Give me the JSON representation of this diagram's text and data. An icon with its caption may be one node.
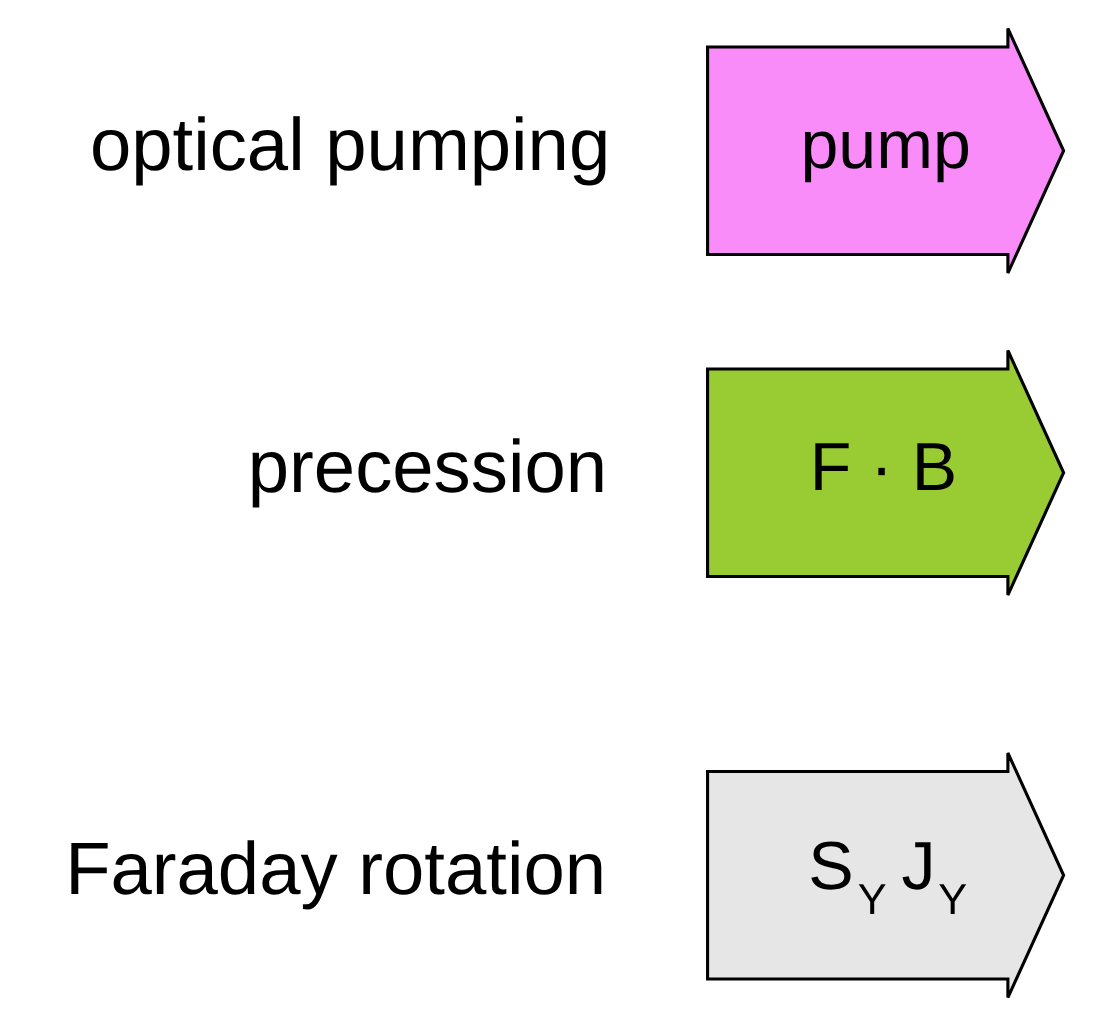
{
  "diagram": {
    "nodes": [
      {
        "text": [
          "pump"
        ],
        "beside": [
          "optical pumping"
        ]
      },
      {
        "text": [
          "F · B"
        ],
        "beside": [
          "precession"
        ]
      },
      {
        "text": [
          "S$_{Y}$ J$_{Y}$"
        ],
        "beside": [
          "Faraday rotation"
        ]
      }
    ]
  }
}
